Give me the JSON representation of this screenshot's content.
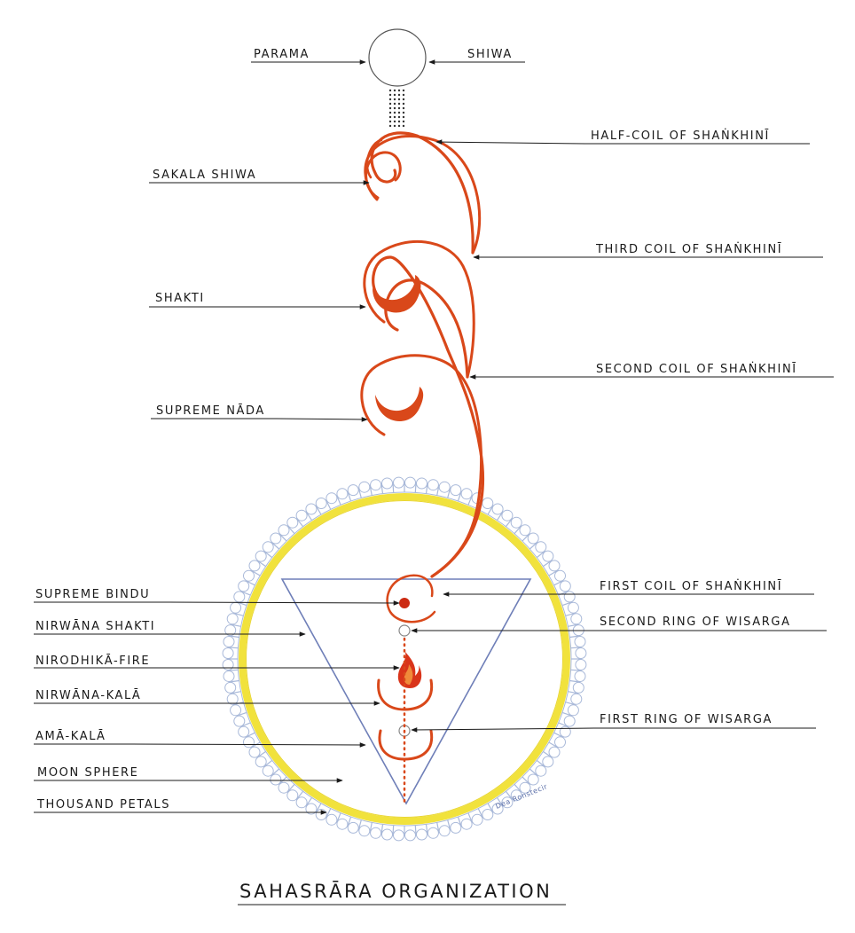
{
  "title": "SAHASRĀRA  ORGANIZATION",
  "signature": "Dea Ronstecir",
  "colors": {
    "coil": "#d9481a",
    "moon_ring": "#f1e23c",
    "petals": "#a9b9d9",
    "triangle": "#6f7fb8",
    "ink": "#1a1a1a"
  },
  "labels": {
    "parama": "PARAMA",
    "shiwa": "SHIWA",
    "half_coil": "HALF-COIL OF SHAṄKHINĪ",
    "sakala_shiwa": "SAKALA SHIWA",
    "third_coil": "THIRD COIL OF SHAṄKHINĪ",
    "shakti": "SHAKTI",
    "second_coil": "SECOND COIL OF SHAṄKHINĪ",
    "supreme_nada": "SUPREME NĀDA",
    "supreme_bindu": "SUPREME BINDU",
    "first_coil": "FIRST COIL OF SHAṄKHINĪ",
    "nirwana_shakti": "NIRWĀNA SHAKTI",
    "second_ring": "SECOND RING OF WISARGA",
    "nirodhika_fire": "NIRODHIKĀ-FIRE",
    "nirwana_kala": "NIRWĀNA-KALĀ",
    "first_ring": "FIRST RING OF WISARGA",
    "ama_kala": "AMĀ-KALĀ",
    "moon_sphere": "MOON SPHERE",
    "thousand_petals": "THOUSAND PETALS"
  }
}
